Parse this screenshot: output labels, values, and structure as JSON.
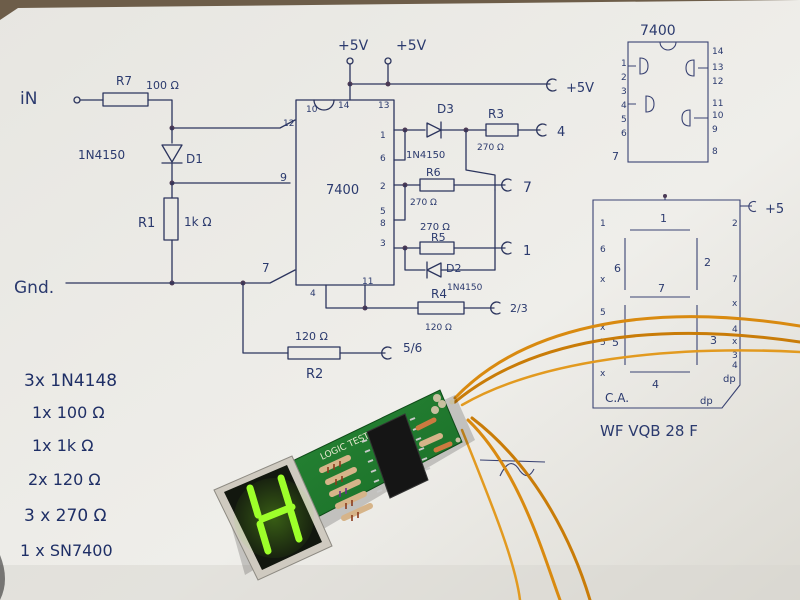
{
  "schematic": {
    "in_label": "iN",
    "gnd_label": "Gnd.",
    "r7_label": "R7",
    "r7_value": "100 Ω",
    "d1_type": "1N4150",
    "d1_label": "D1",
    "r1_label": "R1",
    "r1_value": "1k Ω",
    "vcc1": "+5V",
    "vcc2": "+5V",
    "vcc_out": "+5V",
    "chip_label": "7400",
    "pin_10": "10",
    "pin_14": "14",
    "pin_13": "13",
    "pin_12": "12",
    "pin_9": "9",
    "pin_7": "7",
    "pin_1": "1",
    "pin_6": "6",
    "pin_2": "2",
    "pin_5": "5",
    "pin_8": "8",
    "pin_3": "3",
    "pin_4": "4",
    "pin_11": "11",
    "d3_label": "D3",
    "d3_type": "1N4150",
    "r3_label": "R3",
    "r3_value": "270 Ω",
    "out_4": "4",
    "r6_label": "R6",
    "r6_value": "270 Ω",
    "out_7": "7",
    "r5_label": "R5",
    "r5_value": "270 Ω",
    "out_1": "1",
    "d2_label": "D2",
    "d2_type": "1N4150",
    "r4_label": "R4",
    "r4_value": "120 Ω",
    "out_2_3": "2/3",
    "r2_value": "120 Ω",
    "r2_label": "R2",
    "out_5_6": "5/6"
  },
  "bom": {
    "items": [
      "3x  1N4148",
      "1x  100 Ω",
      "1x  1k Ω",
      "2x  120 Ω",
      "3 x  270 Ω",
      "1 x  SN7400"
    ]
  },
  "pinout": {
    "chip_label": "7400",
    "left_pins": [
      "1",
      "2",
      "3",
      "4",
      "5",
      "6",
      "7"
    ],
    "right_pins": [
      "14",
      "13",
      "12",
      "11",
      "10",
      "9",
      "8"
    ]
  },
  "display": {
    "vcc_label": "+5",
    "seg_1": "1",
    "seg_6": "6",
    "seg_2": "2",
    "seg_7": "7",
    "seg_5": "5",
    "seg_3": "3",
    "seg_4": "4",
    "dp_label": "dp",
    "dp_label2": "dp",
    "left_pins": [
      "1",
      "6",
      "x",
      "5",
      "x",
      "5",
      "x"
    ],
    "right_pins": [
      "2",
      "7",
      "x",
      "4",
      "x",
      "3",
      "4"
    ],
    "ca_label": "C.A.",
    "part_number": "WF VQB 28 F"
  },
  "pcb": {
    "silk_text": "LOGIC TESTER",
    "display_digit": "H"
  },
  "colors": {
    "paper": "#ecebe6",
    "ink": "#2c355e",
    "pcb": "#1f7a2e",
    "segment_on": "#9dff2a",
    "wire": "#d98a10"
  }
}
